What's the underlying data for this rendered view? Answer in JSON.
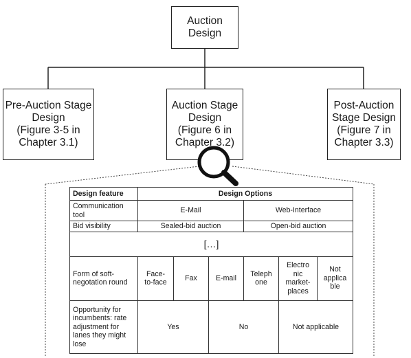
{
  "hierarchy": {
    "root": "Auction\nDesign",
    "left": "Pre-Auction Stage\nDesign\n(Figure 3-5 in\nChapter 3.1)",
    "center": "Auction Stage\nDesign\n(Figure 6 in\nChapter 3.2)",
    "right": "Post-Auction\nStage Design\n(Figure 7 in\nChapter 3.3)"
  },
  "magnifier_icon": "magnifying-glass",
  "table": {
    "header": {
      "feature": "Design feature",
      "options": "Design Options"
    },
    "rows": {
      "communication": {
        "label": "Communication tool",
        "opt1": "E-Mail",
        "opt2": "Web-Interface"
      },
      "bid_visibility": {
        "label": "Bid visibility",
        "opt1": "Sealed-bid auction",
        "opt2": "Open-bid auction"
      },
      "ellipsis": "[…]",
      "soft_negotiation": {
        "label": "Form of soft-negotation round",
        "opts": [
          "Face-\nto-face",
          "Fax",
          "E-mail",
          "Teleph\none",
          "Electro\nnic\nmarket-\nplaces",
          "Not\napplica\nble"
        ]
      },
      "incumbents": {
        "label": "Opportunity for incumbents: rate adjustment for lanes they might lose",
        "opts": [
          "Yes",
          "No",
          "Not applicable"
        ]
      }
    }
  }
}
